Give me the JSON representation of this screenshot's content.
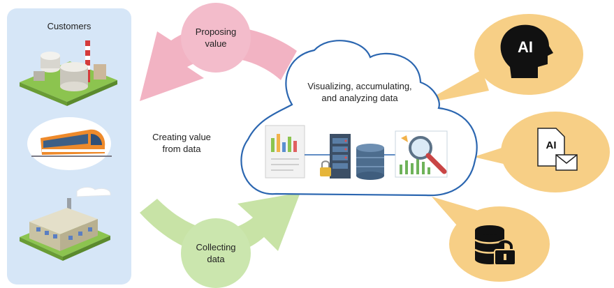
{
  "customers_panel": {
    "title": "Customers"
  },
  "flows": {
    "proposing": {
      "line1": "Proposing",
      "line2": "value"
    },
    "collecting": {
      "line1": "Collecting",
      "line2": "data"
    },
    "creating": {
      "line1": "Creating value",
      "line2": "from data"
    }
  },
  "cloud": {
    "line1": "Visualizing, accumulating,",
    "line2": "and analyzing data"
  },
  "bubbles": {
    "ai_head": {
      "text": "AI"
    },
    "ai_document": {
      "text": "AI"
    }
  },
  "icons": [
    "factory-complex-icon",
    "train-icon",
    "factory-icon",
    "chart-document-icon",
    "server-icon",
    "database-icon",
    "padlock-icon",
    "magnifier-chart-icon",
    "ai-head-icon",
    "ai-document-icon",
    "envelope-icon",
    "database-lock-icon"
  ],
  "colors": {
    "panel": "#d6e6f7",
    "pink_arrow": "#f2b3c3",
    "pink_circle": "#f3bccb",
    "green_arrow": "#c8e3a6",
    "green_circle": "#cbe6ae",
    "cloud_stroke": "#2b66b0",
    "bubble": "#f7cf86"
  }
}
